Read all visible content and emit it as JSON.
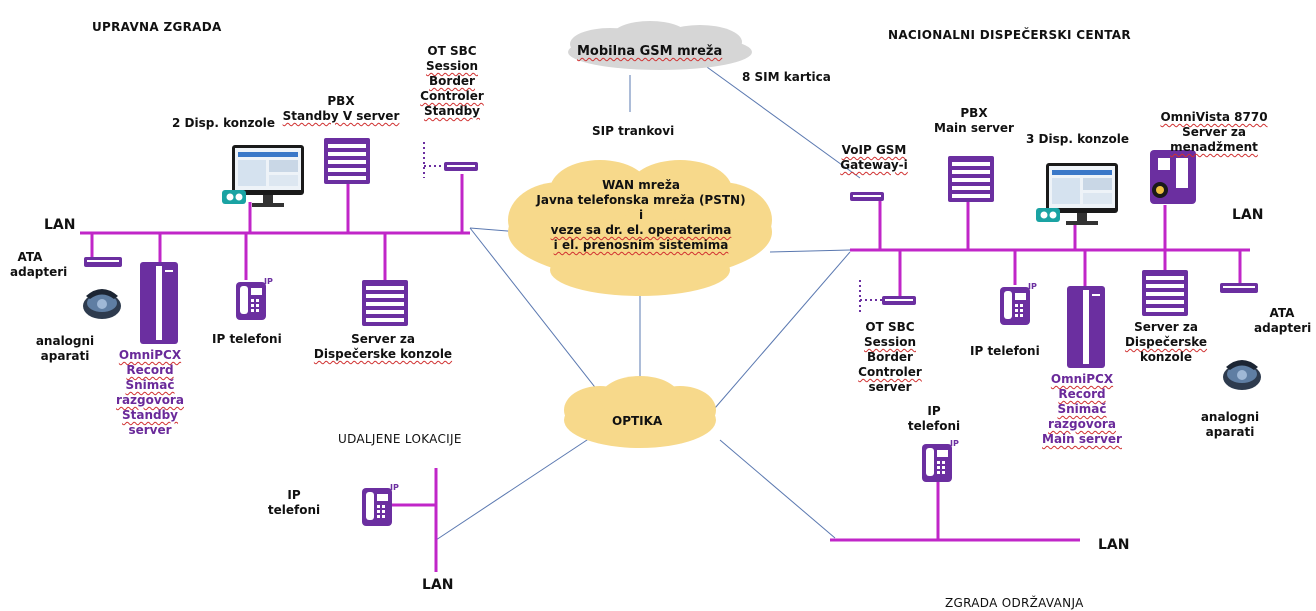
{
  "sites": {
    "left_title": "UPRAVNA ZGRADA",
    "right_title": "NACIONALNI DISPEČERSKI CENTAR",
    "remote_title": "UDALJENE LOKACIJE",
    "maintenance_title": "ZGRADA ODRŽAVANJA"
  },
  "clouds": {
    "gsm": "Mobilna GSM mreža",
    "wan": [
      "WAN mreža",
      "Javna telefonska mreža (PSTN)",
      "i",
      "veze sa dr. el. operaterima",
      "i el. prenosnim sistemima"
    ],
    "optika": "OPTIKA"
  },
  "links": {
    "sim": "8 SIM kartica",
    "sip": "SIP trankovi"
  },
  "left": {
    "lan": "LAN",
    "disp_consoles": "2 Disp. konzole",
    "pbx": [
      "PBX",
      "Standby V server"
    ],
    "sbc": [
      "OT SBC",
      "Session",
      "Border",
      "Controler",
      "Standby"
    ],
    "ata": [
      "ATA",
      "adapteri"
    ],
    "analog": [
      "analogni",
      "aparati"
    ],
    "omnipcx": [
      "OmniPCX",
      "Record",
      "Snimač",
      "razgovora",
      "Standby",
      "server"
    ],
    "ip_phones": "IP telefoni",
    "disp_server": [
      "Server za",
      "Dispečerske konzole"
    ]
  },
  "right": {
    "lan": "LAN",
    "voip_gw": [
      "VoIP GSM",
      "Gateway-i"
    ],
    "pbx": [
      "PBX",
      "Main server"
    ],
    "disp_consoles": "3 Disp. konzole",
    "omnivista": [
      "OmniVista 8770",
      "Server za",
      "menadžment"
    ],
    "sbc": [
      "OT SBC",
      "Session",
      "Border",
      "Controler",
      "server"
    ],
    "ip_phones": "IP telefoni",
    "omnipcx": [
      "OmniPCX",
      "Record",
      "Snimač",
      "razgovora",
      "Main server"
    ],
    "disp_server": [
      "Server za",
      "Dispečerske",
      "konzole"
    ],
    "ata": [
      "ATA",
      "adapteri"
    ],
    "analog": [
      "analogni",
      "aparati"
    ]
  },
  "remote": {
    "ip_phones": [
      "IP",
      "telefoni"
    ],
    "lan": "LAN"
  },
  "maintenance": {
    "ip_phones": [
      "IP",
      "telefoni"
    ],
    "lan": "LAN"
  },
  "colors": {
    "lan_line": "#c026c8",
    "device": "#6b2fa0",
    "cloud": "#f7d98b",
    "gsm_cloud": "#d6d6d6",
    "link": "#5a78b0",
    "teal": "#1aa3a3"
  }
}
